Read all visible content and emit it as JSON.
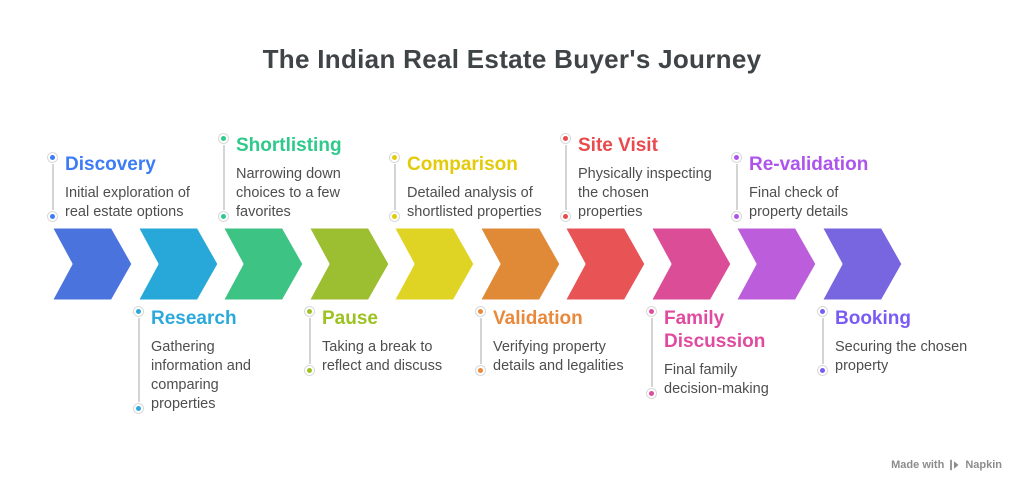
{
  "title": "The Indian Real Estate Buyer's Journey",
  "colors": {
    "background": "#ffffff",
    "title_text": "#3f4447",
    "description_text": "#4e4e4e",
    "connector_line": "#d4d4d4"
  },
  "stages": [
    {
      "name": "Discovery",
      "description": "Initial exploration of real estate options",
      "color": "#3d7bf7",
      "chevron_color": "#4b73de",
      "position": "top"
    },
    {
      "name": "Research",
      "description": "Gathering information and comparing properties",
      "color": "#2ba9db",
      "chevron_color": "#28a7d9",
      "position": "bottom"
    },
    {
      "name": "Shortlisting",
      "description": "Narrowing down choices to a few favorites",
      "color": "#2fc98b",
      "chevron_color": "#3dc384",
      "position": "top"
    },
    {
      "name": "Pause",
      "description": "Taking a break to reflect and discuss",
      "color": "#9cc222",
      "chevron_color": "#9cbe31",
      "position": "bottom"
    },
    {
      "name": "Comparison",
      "description": "Detailed analysis of shortlisted properties",
      "color": "#e3cb0a",
      "chevron_color": "#dfd324",
      "position": "top"
    },
    {
      "name": "Validation",
      "description": "Verifying property details and legalities",
      "color": "#e8893c",
      "chevron_color": "#e08a38",
      "position": "bottom"
    },
    {
      "name": "Site Visit",
      "description": "Physically inspecting the chosen properties",
      "color": "#e84a4d",
      "chevron_color": "#e85456",
      "position": "top"
    },
    {
      "name": "Family Discussion",
      "description": "Final family decision-making",
      "color": "#e04b9f",
      "chevron_color": "#db4e97",
      "position": "bottom"
    },
    {
      "name": "Re-validation",
      "description": "Final check of property details",
      "color": "#ae54ec",
      "chevron_color": "#bc5ddb",
      "position": "top"
    },
    {
      "name": "Booking",
      "description": "Securing the chosen property",
      "color": "#7a5cf5",
      "chevron_color": "#7865e0",
      "position": "bottom"
    }
  ],
  "footer": {
    "made_with": "Made with",
    "brand": "Napkin"
  }
}
